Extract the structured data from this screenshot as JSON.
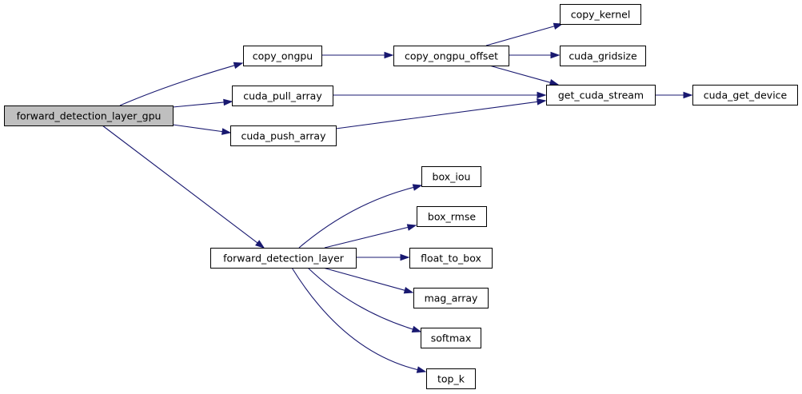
{
  "diagram": {
    "nodes": [
      {
        "id": "forward_detection_layer_gpu",
        "label": "forward_detection_layer_gpu"
      },
      {
        "id": "copy_ongpu",
        "label": "copy_ongpu"
      },
      {
        "id": "cuda_pull_array",
        "label": "cuda_pull_array"
      },
      {
        "id": "cuda_push_array",
        "label": "cuda_push_array"
      },
      {
        "id": "copy_ongpu_offset",
        "label": "copy_ongpu_offset"
      },
      {
        "id": "copy_kernel",
        "label": "copy_kernel"
      },
      {
        "id": "cuda_gridsize",
        "label": "cuda_gridsize"
      },
      {
        "id": "get_cuda_stream",
        "label": "get_cuda_stream"
      },
      {
        "id": "cuda_get_device",
        "label": "cuda_get_device"
      },
      {
        "id": "forward_detection_layer",
        "label": "forward_detection_layer"
      },
      {
        "id": "box_iou",
        "label": "box_iou"
      },
      {
        "id": "box_rmse",
        "label": "box_rmse"
      },
      {
        "id": "float_to_box",
        "label": "float_to_box"
      },
      {
        "id": "mag_array",
        "label": "mag_array"
      },
      {
        "id": "softmax",
        "label": "softmax"
      },
      {
        "id": "top_k",
        "label": "top_k"
      }
    ],
    "edges": [
      {
        "from": "forward_detection_layer_gpu",
        "to": "copy_ongpu"
      },
      {
        "from": "forward_detection_layer_gpu",
        "to": "cuda_pull_array"
      },
      {
        "from": "forward_detection_layer_gpu",
        "to": "cuda_push_array"
      },
      {
        "from": "forward_detection_layer_gpu",
        "to": "forward_detection_layer"
      },
      {
        "from": "copy_ongpu",
        "to": "copy_ongpu_offset"
      },
      {
        "from": "copy_ongpu_offset",
        "to": "copy_kernel"
      },
      {
        "from": "copy_ongpu_offset",
        "to": "cuda_gridsize"
      },
      {
        "from": "copy_ongpu_offset",
        "to": "get_cuda_stream"
      },
      {
        "from": "cuda_pull_array",
        "to": "get_cuda_stream"
      },
      {
        "from": "cuda_push_array",
        "to": "get_cuda_stream"
      },
      {
        "from": "get_cuda_stream",
        "to": "cuda_get_device"
      },
      {
        "from": "forward_detection_layer",
        "to": "box_iou"
      },
      {
        "from": "forward_detection_layer",
        "to": "box_rmse"
      },
      {
        "from": "forward_detection_layer",
        "to": "float_to_box"
      },
      {
        "from": "forward_detection_layer",
        "to": "mag_array"
      },
      {
        "from": "forward_detection_layer",
        "to": "softmax"
      },
      {
        "from": "forward_detection_layer",
        "to": "top_k"
      }
    ],
    "colors": {
      "edge": "#191970",
      "node_border": "#000000",
      "root_fill": "#bfbfbf",
      "node_fill": "#ffffff"
    }
  }
}
